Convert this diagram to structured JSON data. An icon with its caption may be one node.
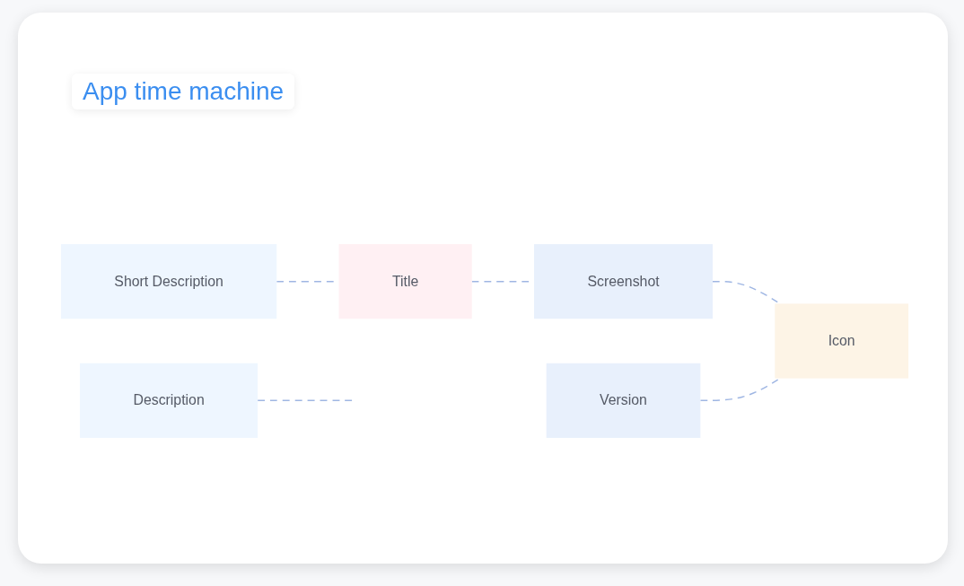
{
  "diagram": {
    "title": "App time machine",
    "nodes": [
      {
        "text": [
          "Screenshot"
        ]
      },
      {
        "text": [
          "Description"
        ]
      },
      {
        "text": [
          "Title"
        ]
      },
      {
        "text": [
          "Icon"
        ]
      },
      {
        "text": [
          "Short Description"
        ]
      },
      {
        "text": [
          "Version"
        ]
      }
    ],
    "edges": [
      {
        "from": 1,
        "to": null,
        "arrow": "none",
        "style": "dashed"
      },
      {
        "from": 4,
        "to": 2,
        "arrow": "none",
        "style": "dashed"
      },
      {
        "from": 2,
        "to": 0,
        "arrow": "none",
        "style": "dashed"
      },
      {
        "from": 0,
        "to": 3,
        "arrow": "none",
        "style": "dashed"
      },
      {
        "from": 5,
        "to": 3,
        "arrow": "none",
        "style": "dashed"
      }
    ]
  }
}
